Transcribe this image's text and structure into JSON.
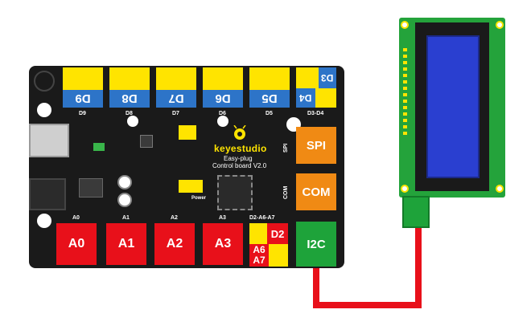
{
  "board": {
    "brand": "keyestudio",
    "model": "Easy-plug",
    "version": "Control board V2.0"
  },
  "top_ports": [
    {
      "label": "D9",
      "silk": "D9"
    },
    {
      "label": "D8",
      "silk": "D8"
    },
    {
      "label": "D7",
      "silk": "D7"
    },
    {
      "label": "D6",
      "silk": "D6"
    },
    {
      "label": "D5",
      "silk": "D5"
    }
  ],
  "top_port_dual": {
    "label_a": "D3",
    "label_b": "D4",
    "silk": "D3-D4"
  },
  "side_ports": [
    {
      "label": "SPI",
      "silk": "SPI",
      "color": "#f08a14"
    },
    {
      "label": "COM",
      "silk": "COM",
      "color": "#f08a14"
    },
    {
      "label": "I2C",
      "silk": "",
      "color": "#1ea33a"
    }
  ],
  "bottom_ports": [
    {
      "label": "A0",
      "silk": "A0"
    },
    {
      "label": "A1",
      "silk": "A1"
    },
    {
      "label": "A2",
      "silk": "A2"
    },
    {
      "label": "A3",
      "silk": "A3"
    }
  ],
  "bottom_port_multi": {
    "label_a": "D2",
    "label_b": "A6",
    "label_c": "A7",
    "silk": "D2-A6-A7"
  },
  "silk_small": {
    "power": "Power"
  },
  "colors": {
    "wire": "#e8101a",
    "port_yellow": "#ffe400",
    "port_blue_label": "#2d74c8",
    "port_red": "#e8101a",
    "pcb": "#1a1a1a",
    "lcd_pcb": "#24a33b",
    "lcd_screen": "#2a3fd0"
  }
}
